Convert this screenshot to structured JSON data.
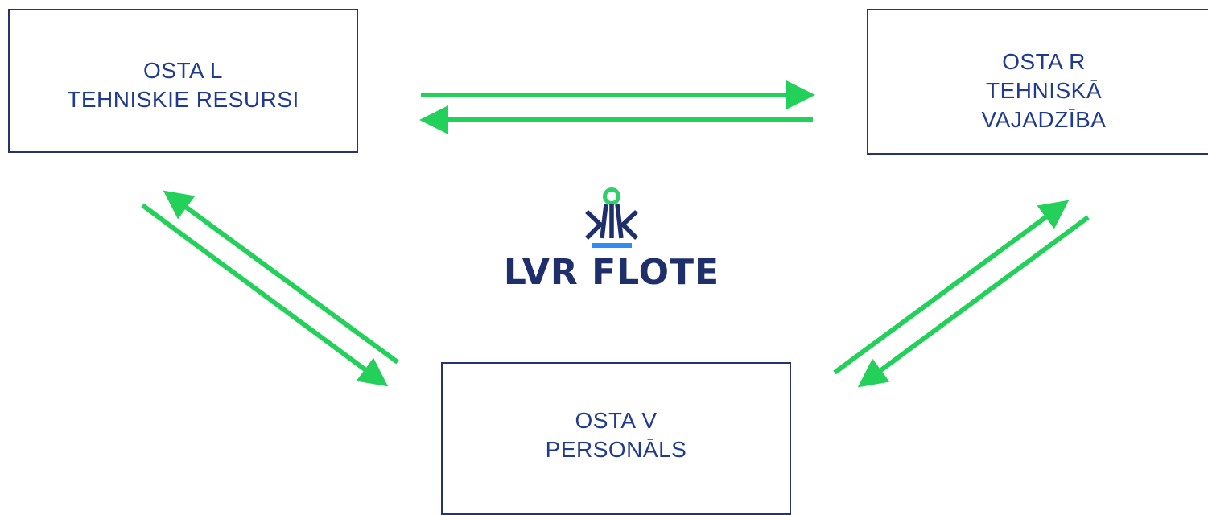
{
  "nodes": {
    "left": {
      "line1": "OSTA L",
      "line2": "TEHNISKIE RESURSI"
    },
    "right": {
      "line1": "OSTA R",
      "line2": "TEHNISKĀ",
      "line3": "VAJADZĪBA"
    },
    "bottom": {
      "line1": "OSTA V",
      "line2": "PERSONĀLS"
    }
  },
  "logo": {
    "text": "LVR FLOTE",
    "icon": "anchor-crown-icon"
  },
  "colors": {
    "arrow": "#22d05a",
    "border": "#27336a",
    "node_text": "#1f3a8f",
    "logo_text": "#1e2f6b",
    "logo_accent": "#2f8cf0",
    "logo_ring": "#2fd06a"
  }
}
